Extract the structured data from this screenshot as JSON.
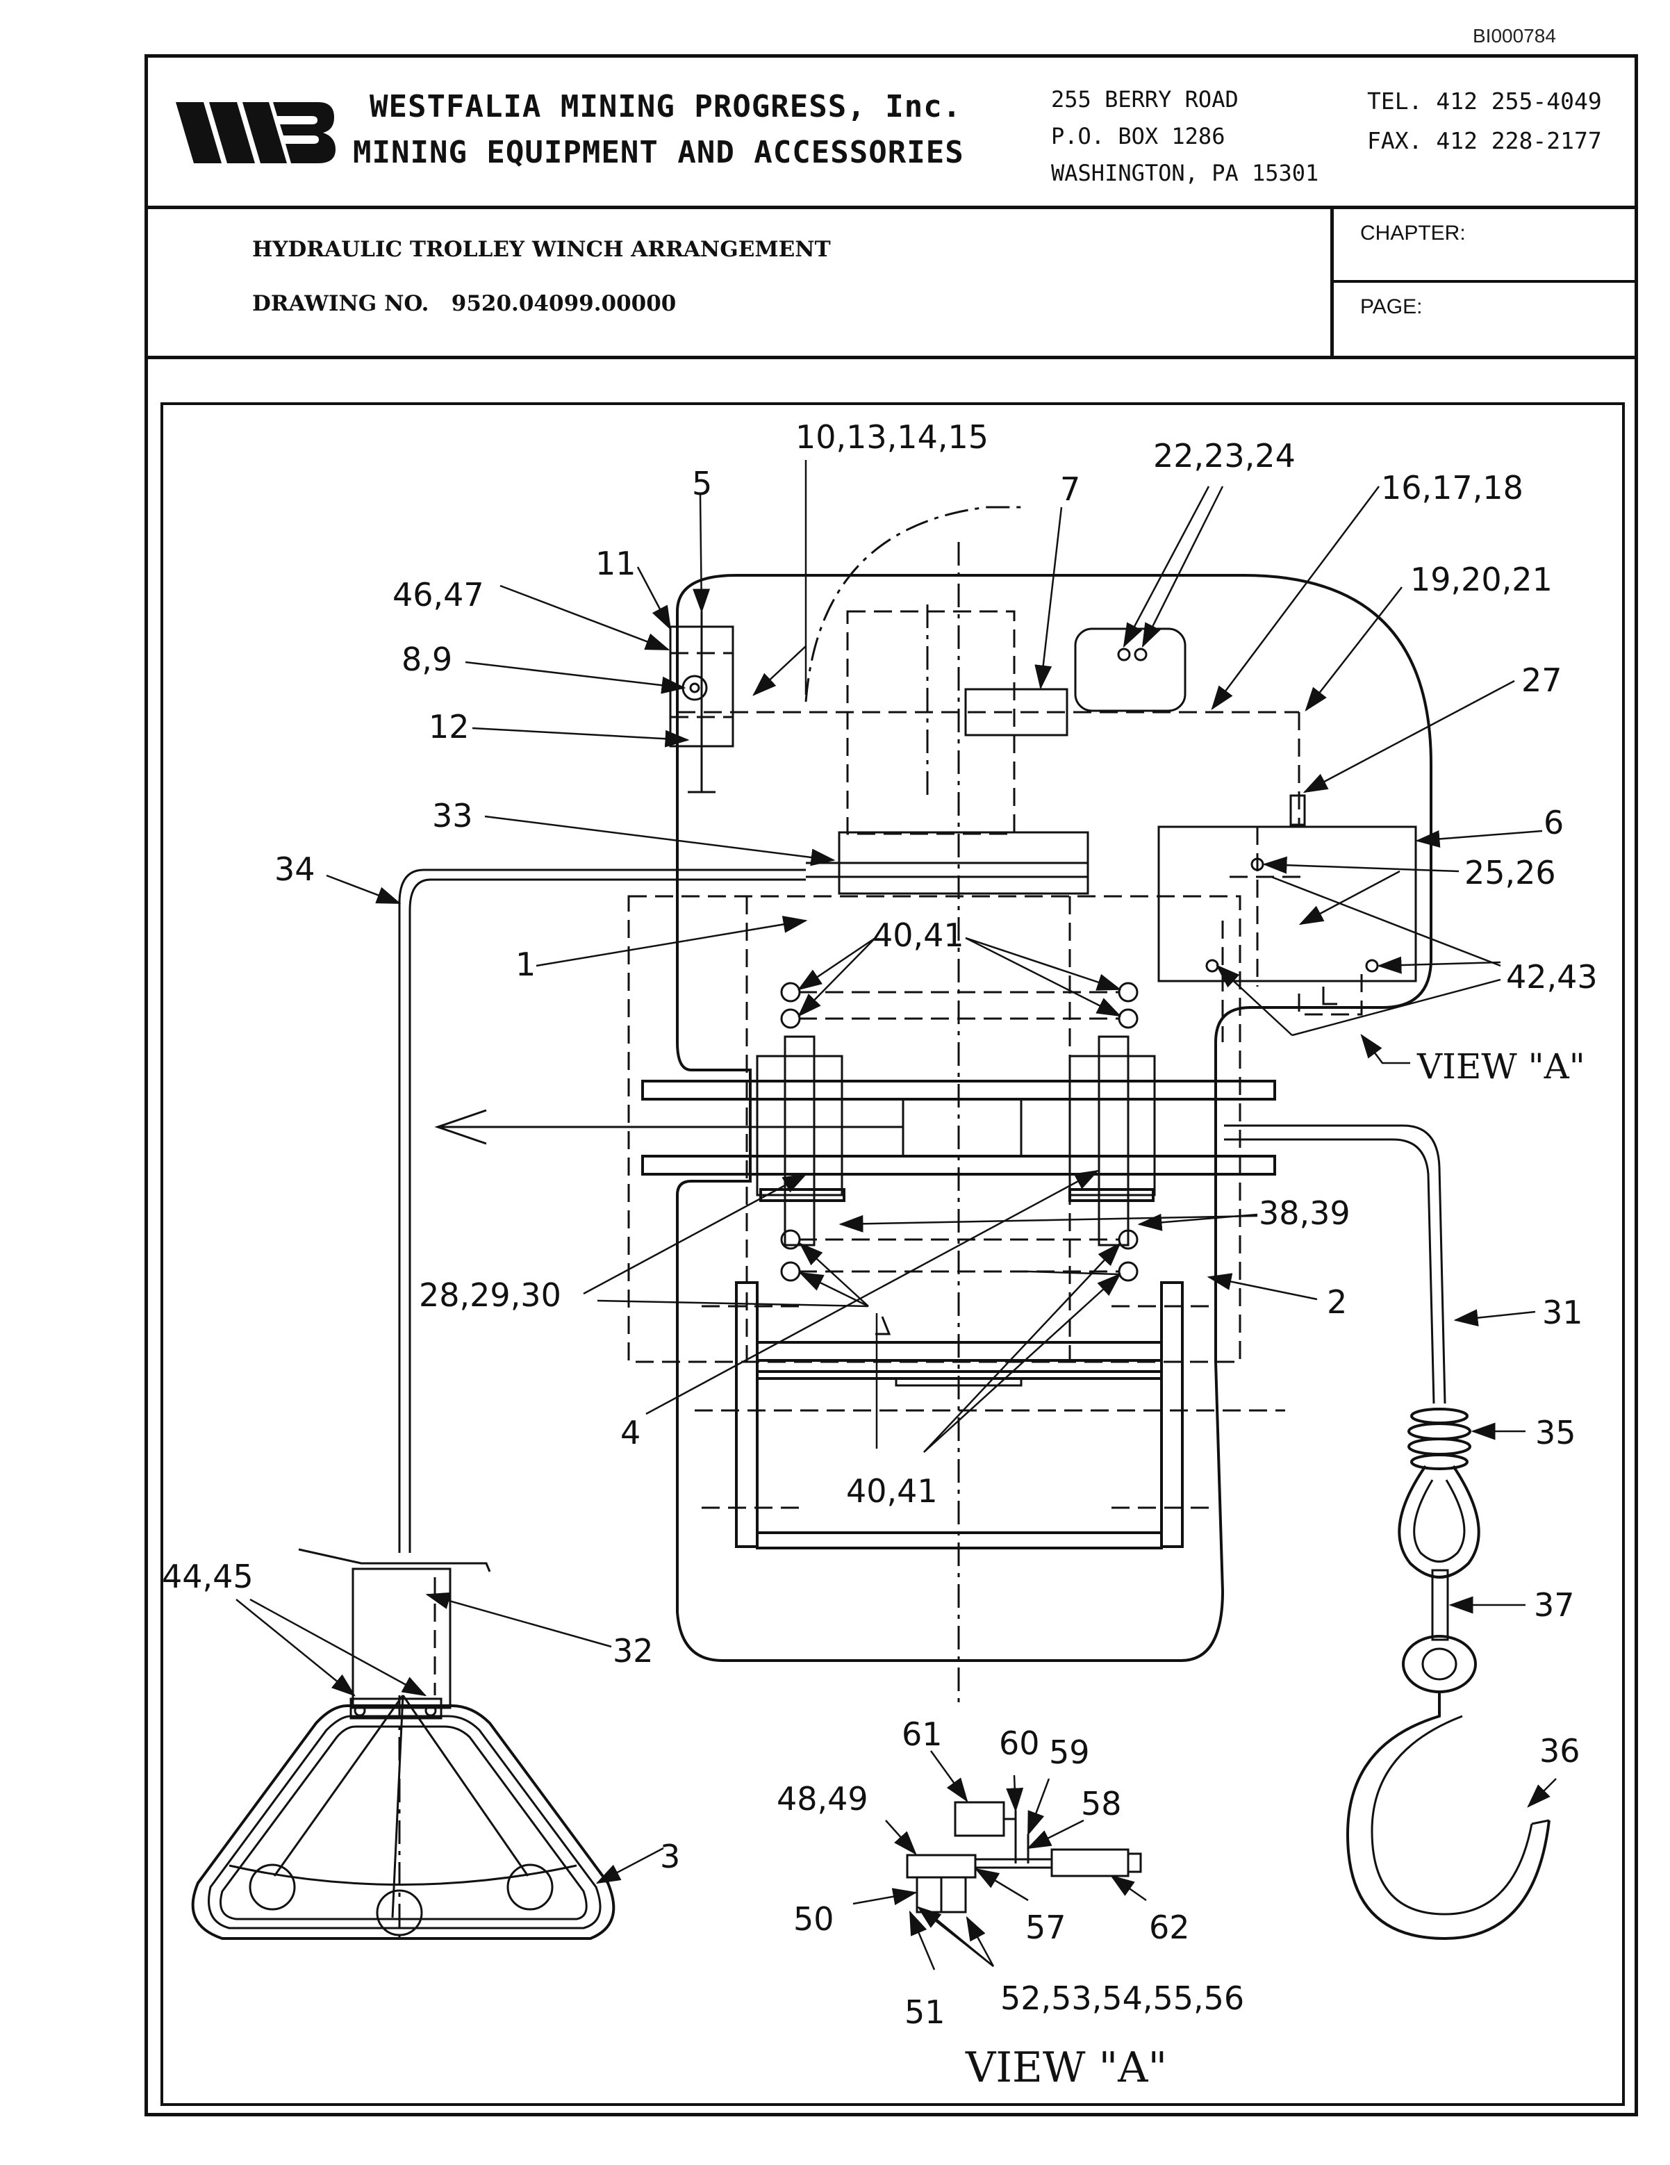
{
  "doc_id": "BI000784",
  "header": {
    "company_line1": "WESTFALIA MINING PROGRESS, Inc.",
    "company_line2": "MINING EQUIPMENT AND ACCESSORIES",
    "address": [
      "255 BERRY ROAD",
      "P.O. BOX 1286",
      "WASHINGTON, PA 15301"
    ],
    "tel": "TEL. 412 255-4049",
    "fax": "FAX. 412 228-2177"
  },
  "title_block": {
    "title": "HYDRAULIC TROLLEY WINCH ARRANGEMENT",
    "drawing_no_label": "DRAWING NO.",
    "drawing_no": "9520.04099.00000",
    "chapter_label": "CHAPTER:",
    "page_label": "PAGE:"
  },
  "callouts": {
    "c1": "1",
    "c2": "2",
    "c3": "3",
    "c4": "4",
    "c5": "5",
    "c6": "6",
    "c7": "7",
    "c8_9": "8,9",
    "c10_15": "10,13,14,15",
    "c11": "11",
    "c12": "12",
    "c16_18": "16,17,18",
    "c19_21": "19,20,21",
    "c22_24": "22,23,24",
    "c25_26": "25,26",
    "c27": "27",
    "c28_30": "28,29,30",
    "c31": "31",
    "c32": "32",
    "c33": "33",
    "c34": "34",
    "c35": "35",
    "c36": "36",
    "c37": "37",
    "c38_39": "38,39",
    "c40_41_top": "40,41",
    "c40_41_bottom": "40,41",
    "c42_43": "42,43",
    "c44_45": "44,45",
    "c46_47": "46,47",
    "c48_49": "48,49",
    "c50": "50",
    "c51": "51",
    "c52_56": "52,53,54,55,56",
    "c57": "57",
    "c58": "58",
    "c59": "59",
    "c60": "60",
    "c61": "61",
    "c62": "62",
    "view_a_ref": "VIEW \"A\""
  },
  "view_a_title": "VIEW \"A\""
}
